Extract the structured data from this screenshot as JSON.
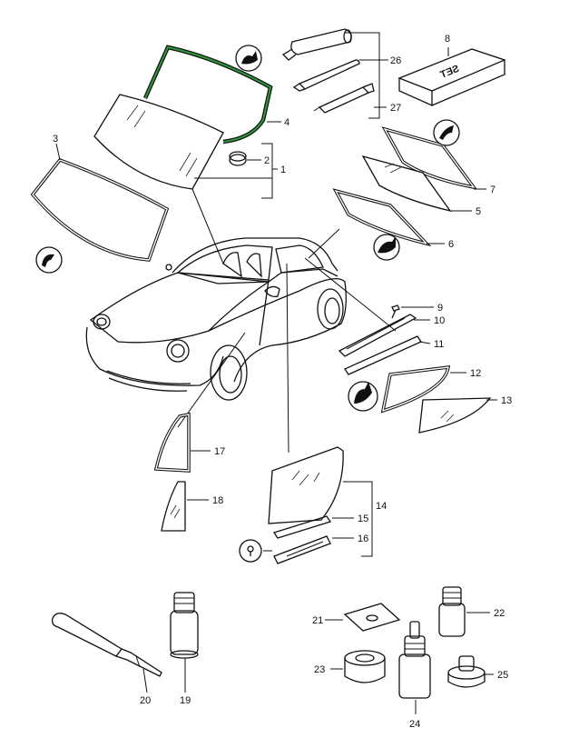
{
  "diagram": {
    "callouts": {
      "c1": "1",
      "c2": "2",
      "c3": "3",
      "c4": "4",
      "c5": "5",
      "c6": "6",
      "c7": "7",
      "c8": "8",
      "c9": "9",
      "c10": "10",
      "c11": "11",
      "c12": "12",
      "c13": "13",
      "c14": "14",
      "c15": "15",
      "c16": "16",
      "c17": "17",
      "c18": "18",
      "c19": "19",
      "c20": "20",
      "c21": "21",
      "c22": "22",
      "c23": "23",
      "c24": "24",
      "c25": "25",
      "c26": "26",
      "c27": "27"
    },
    "set_box_text": "SET",
    "highlight_color": "#2e9a3a",
    "icons": [
      "seal-adhesive-icon",
      "seal-profile-icon",
      "bracket-icon",
      "lock-symbol-icon"
    ]
  }
}
